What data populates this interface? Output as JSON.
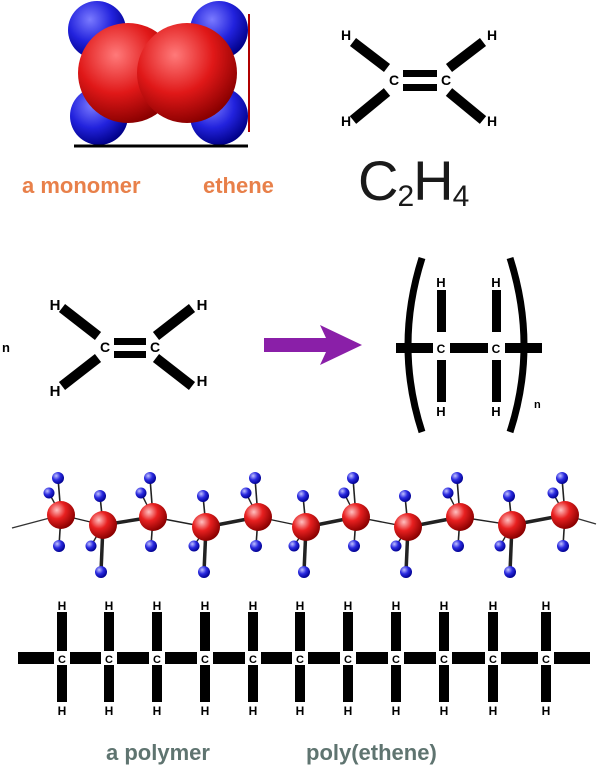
{
  "top": {
    "monomer_label": "a monomer",
    "monomer_name": "ethene",
    "formula": {
      "c": "C",
      "c_count": "2",
      "h": "H",
      "h_count": "4"
    }
  },
  "reaction": {
    "coefficient": "n",
    "subscript": "n"
  },
  "atoms": {
    "carbon": "C",
    "hydrogen": "H"
  },
  "bottom": {
    "polymer_label": "a polymer",
    "polymer_name": "poly(ethene)"
  },
  "colors": {
    "carbon_sphere": "#e01818",
    "hydrogen_sphere": "#2222dd",
    "arrow": "#8a1fa8",
    "caption_orange": "#e8804a",
    "caption_slate": "#5f7470"
  }
}
